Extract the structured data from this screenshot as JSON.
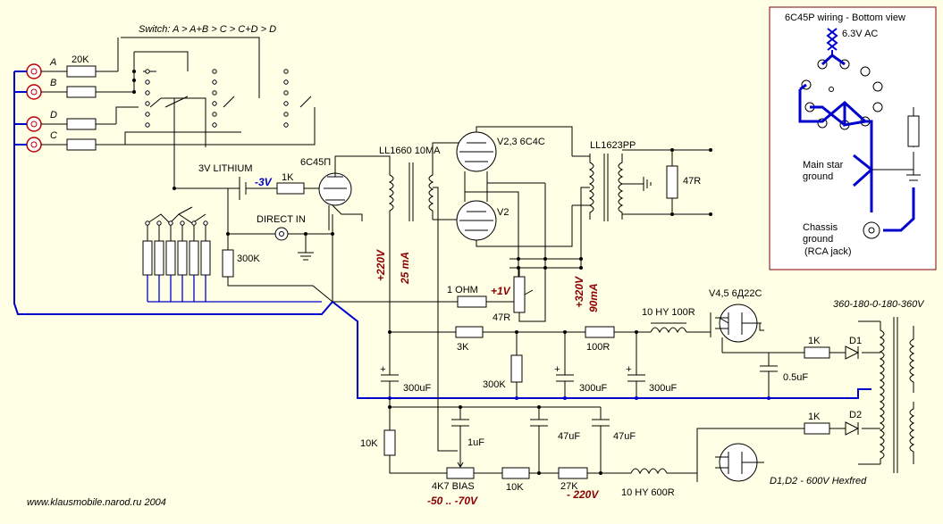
{
  "labels": {
    "switch_label": "Switch: A > A+B > C > C+D > D",
    "input_a": "A",
    "input_b": "B",
    "input_d": "D",
    "input_c": "C",
    "r_20k": "20K",
    "battery": "3V LITHIUM",
    "bias_neg3": "-3V",
    "r_1k_grid": "1K",
    "tube_6c45": "6C45П",
    "direct_in": "DIRECT IN",
    "r_300k": "300K",
    "ll1660": "LL1660 10MA",
    "v23": "V2,3 6C4C",
    "v2": "V2",
    "ll1623": "LL1623PP",
    "r_47r_out": "47R",
    "b_plus_220": "+220V",
    "i_25ma": "25 mA",
    "r_1ohm": "1 OHM",
    "plus_1v": "+1V",
    "r_47r_pot": "47R",
    "b_plus_320": "+320V",
    "i_90ma": "90mA",
    "choke_10hy_100r": "10 HY 100R",
    "v45": "V4,5 6Д22C",
    "hv_trafo": "360-180-0-180-360V",
    "r_3k": "3K",
    "r_100r": "100R",
    "r_1k_d1": "1K",
    "d1": "D1",
    "c_05uf": "0.5uF",
    "r_300k_b": "300K",
    "c_300uf_1": "300uF",
    "c_300uf_2": "300uF",
    "c_300uf_3": "300uF",
    "r_1k_d2": "1K",
    "d2": "D2",
    "c_1uf": "1uF",
    "c_47uf_1": "47uF",
    "c_47uf_2": "47uF",
    "r_10k_left": "10K",
    "pot_4k7": "4K7 BIAS",
    "r_10k_mid": "10K",
    "r_27k": "27K",
    "neg_220": "- 220V",
    "choke_10hy_600r": "10 HY 600R",
    "bias_range": "-50 .. -70V",
    "website": "www.klausmobile.narod.ru 2004",
    "diodes_note": "D1,D2 - 600V Hexfred"
  },
  "inset": {
    "title": "6C45P wiring - Bottom view",
    "heater": "6.3V AC",
    "main_star": "Main star\nground",
    "main_star_l1": "Main star",
    "main_star_l2": "ground",
    "chassis_l1": "Chassis",
    "chassis_l2": "ground",
    "chassis_l3": "(RCA jack)"
  },
  "colors": {
    "background": "#ffffe6",
    "wire_black": "#000000",
    "wire_blue": "#0000cc",
    "voltage_red": "#8b0000",
    "inset_border": "#800000"
  }
}
